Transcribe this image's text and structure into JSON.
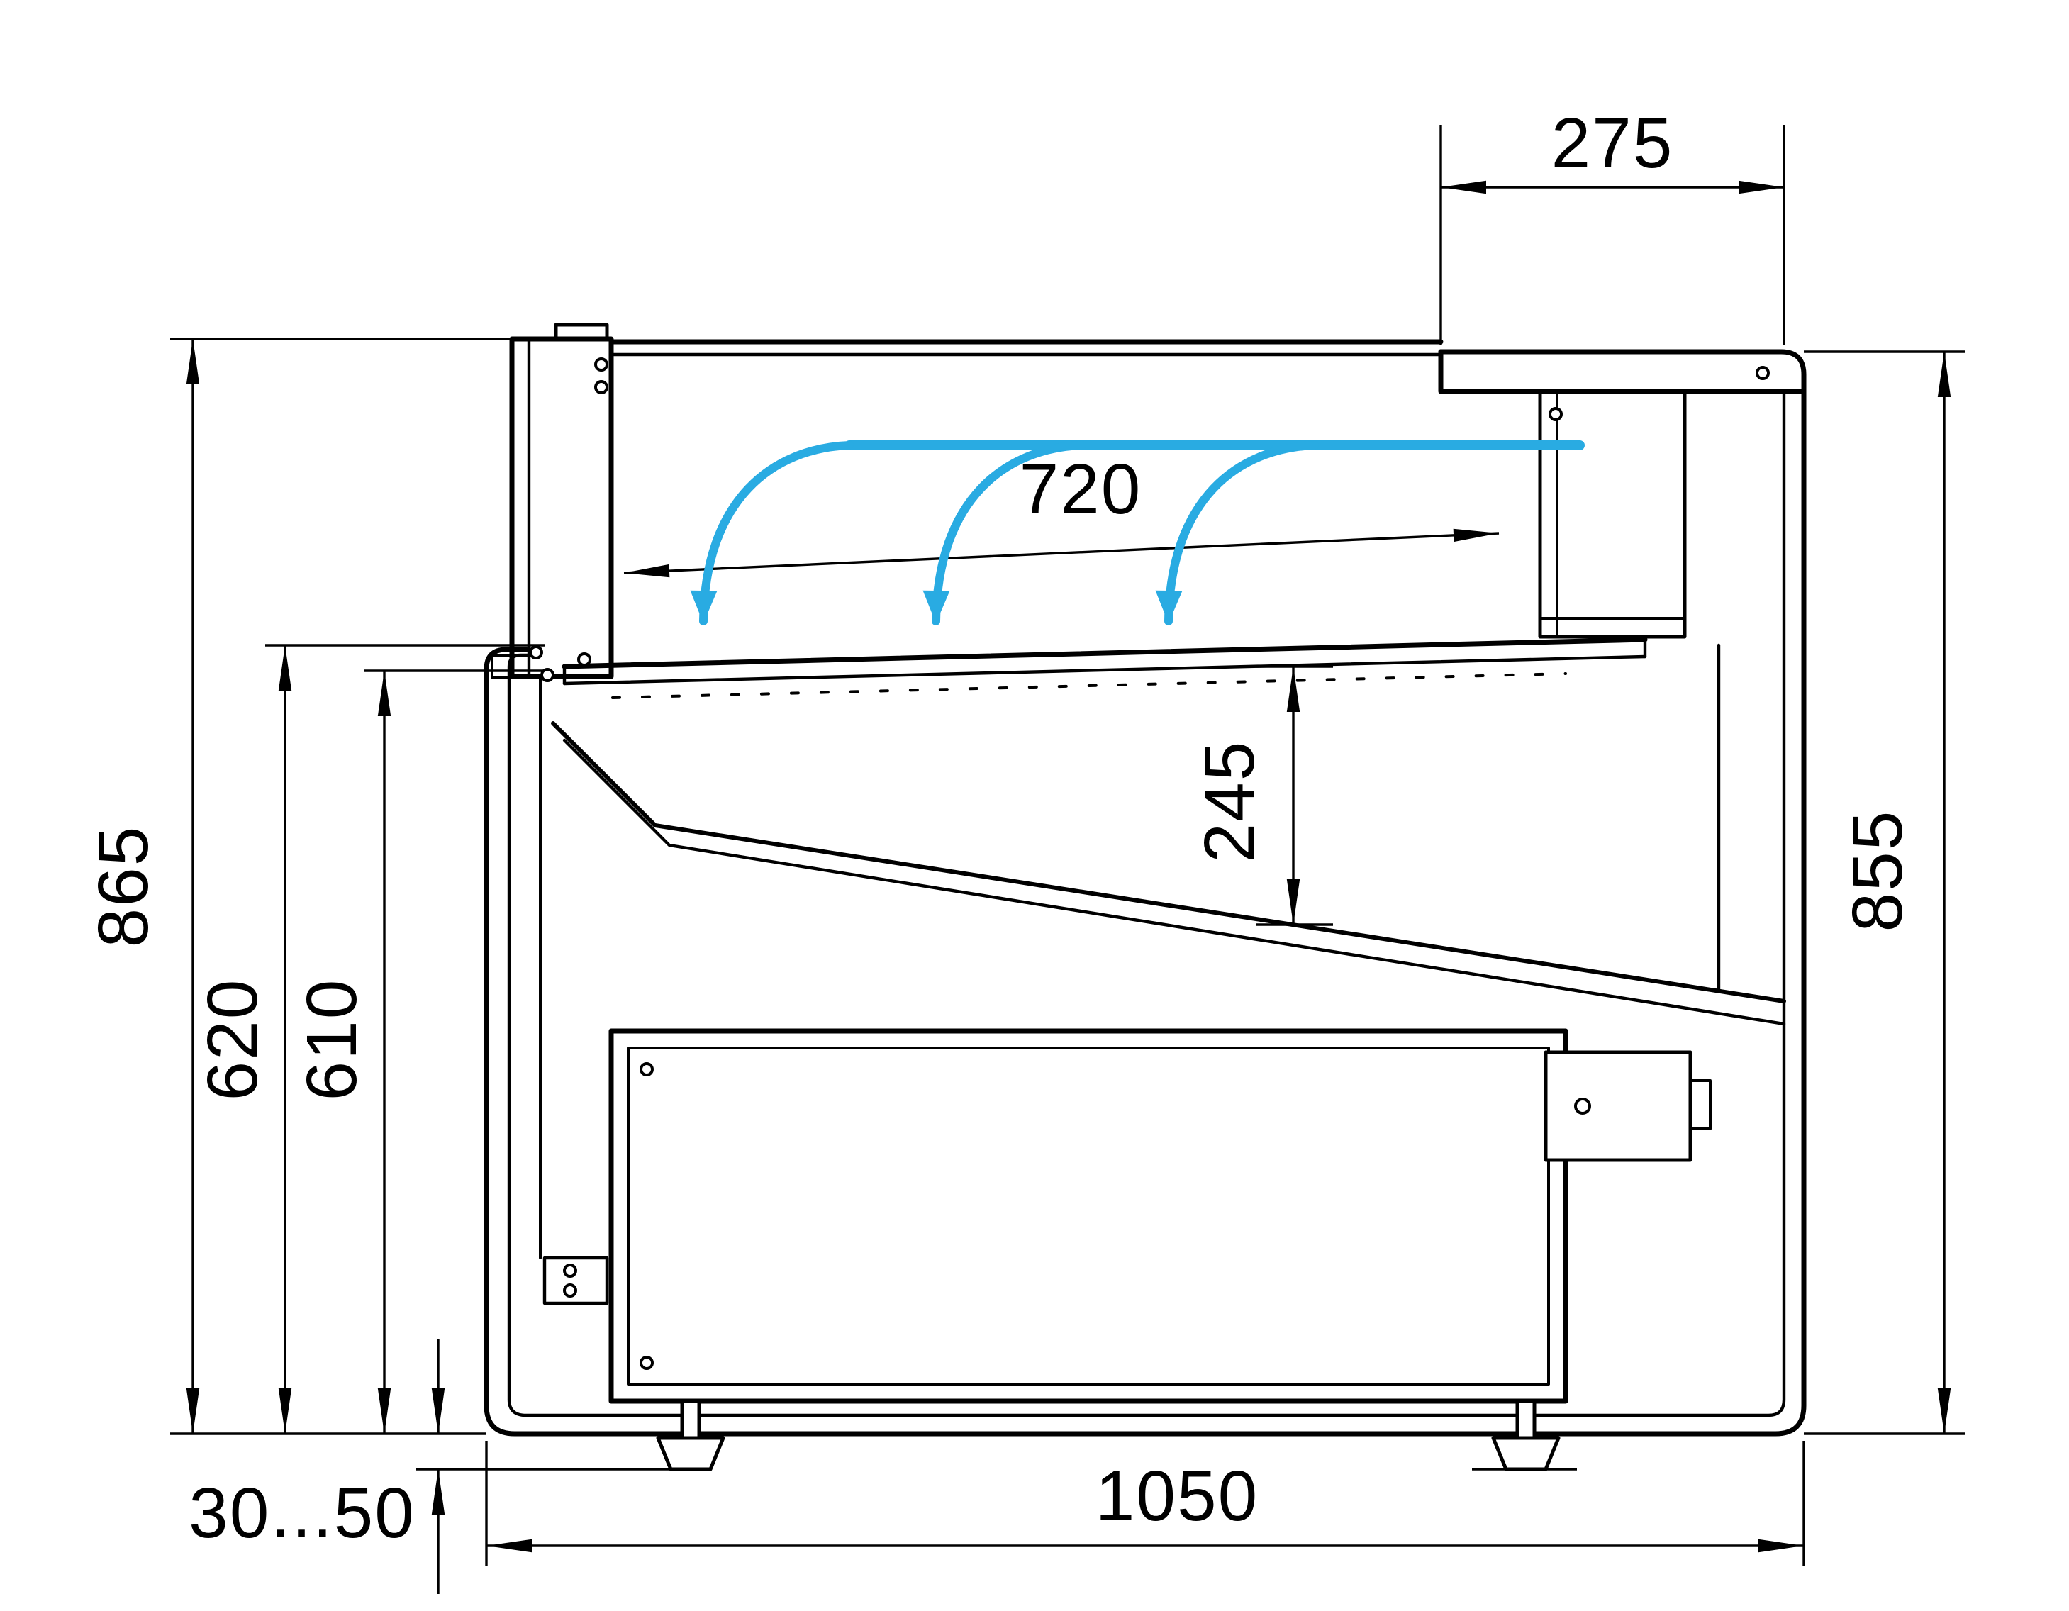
{
  "colors": {
    "line": "#000000",
    "airflow": "#29abe2",
    "background": "#ffffff"
  },
  "dimensions": {
    "top_width": "275",
    "deck_depth": "720",
    "well_depth": "245",
    "overall_height": "865",
    "front_height": "620",
    "deck_height": "610",
    "right_height": "855",
    "feet_adjust": "30...50",
    "overall_width": "1050"
  },
  "airflow": {
    "arrow_count": 3
  }
}
